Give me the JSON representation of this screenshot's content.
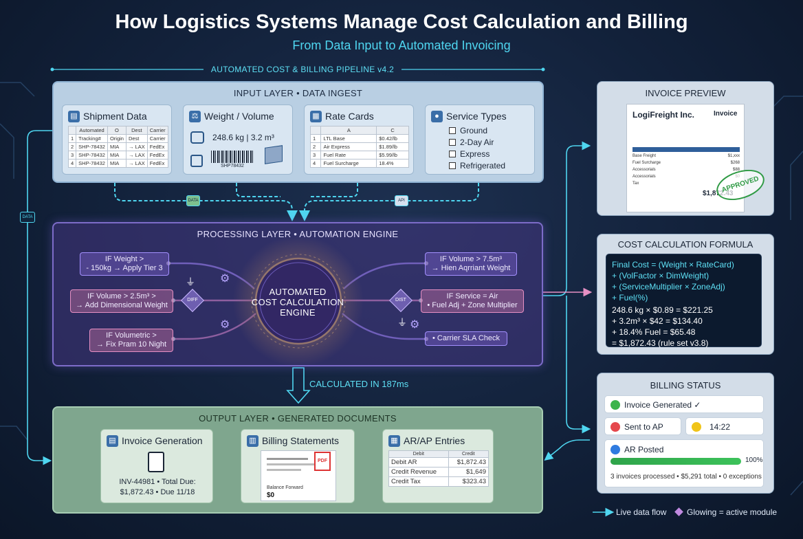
{
  "header": {
    "title": "How Logistics Systems Manage Cost Calculation and Billing",
    "subtitle": "From Data Input to Automated Invoicing",
    "pipeline": "AUTOMATED COST & BILLING PIPELINE v4.2"
  },
  "input_layer": {
    "heading": "INPUT LAYER • DATA INGEST",
    "shipment": {
      "title": "Shipment Data",
      "headers": [
        "Automated",
        "O",
        "Dest",
        "Carrier"
      ],
      "rows": [
        [
          "1",
          "Tracking#",
          "Origin",
          "Dest",
          "Carrier"
        ],
        [
          "2",
          "SHP-78432",
          "MIA",
          "→ LAX",
          "FedEx"
        ],
        [
          "3",
          "SHP-78432",
          "MIA",
          "→ LAX",
          "FedEx"
        ],
        [
          "4",
          "SHP-78432",
          "MIA",
          "→ LAX",
          "FedEx"
        ]
      ]
    },
    "weight": {
      "title": "Weight / Volume",
      "value": "248.6 kg | 3.2 m³",
      "barcode_text": "SHP78432"
    },
    "rates": {
      "title": "Rate Cards",
      "headers": [
        "",
        "A",
        "C"
      ],
      "rows": [
        [
          "1",
          "LTL Base",
          "$0.42/lb"
        ],
        [
          "2",
          "Air Express",
          "$1.89/lb"
        ],
        [
          "3",
          "Fuel Rate",
          "$5.99/lb"
        ],
        [
          "4",
          "Fuel Surcharge",
          "18.4%"
        ]
      ]
    },
    "services": {
      "title": "Service Types",
      "items": [
        "Ground",
        "2-Day Air",
        "Express",
        "Refrigerated"
      ]
    },
    "connector_left": "DATA",
    "connector_right": "API",
    "side_badge": "DATA"
  },
  "processing_layer": {
    "heading": "PROCESSING LAYER • AUTOMATION ENGINE",
    "engine": [
      "AUTOMATED",
      "COST CALCULATION",
      "ENGINE"
    ],
    "rules_left": [
      [
        "IF Weight >",
        "- 150kg → Apply Tier 3"
      ],
      [
        "IF Volume > 2.5m³ >",
        "→ Add Dimensional Weight"
      ],
      [
        "IF Volumetric >",
        "→ Fix Pram 10 Night"
      ]
    ],
    "rules_right": [
      [
        "IF Volume > 7.5m³",
        "→ Hien Aqrriant Weight"
      ],
      [
        "IF Service = Air",
        "• Fuel Adj + Zone Multiplier"
      ],
      [
        "• Carrier SLA Check"
      ]
    ],
    "diamond_left": "DIFF",
    "diamond_right": "DIST",
    "calculated": "CALCULATED IN 187ms"
  },
  "output_layer": {
    "heading": "OUTPUT LAYER • GENERATED DOCUMENTS",
    "invoice": {
      "title": "Invoice Generation",
      "line1": "INV-44981 • Total Due:",
      "line2": "$1,872.43 • Due 11/18"
    },
    "billing": {
      "title": "Billing Statements",
      "doc_label": "Balance Forward",
      "doc_value": "$0",
      "pdf": "PDF"
    },
    "arap": {
      "title": "AR/AP Entries",
      "headers": [
        "Debit",
        "Credit"
      ],
      "rows": [
        [
          "Debit AR",
          "$1,872.43"
        ],
        [
          "Credit Revenue",
          "$1,649"
        ],
        [
          "Credit Tax",
          "$323.43"
        ]
      ]
    }
  },
  "invoice_preview": {
    "heading": "INVOICE PREVIEW",
    "company": "LogiFreight Inc.",
    "doc_title": "Invoice",
    "rows": [
      [
        "Base Freight",
        "$1,xxx"
      ],
      [
        "Fuel Surcharge",
        "$268"
      ],
      [
        "Accessorials",
        "$88"
      ],
      [
        "Accessorials",
        "$0"
      ],
      [
        "Tax",
        ""
      ]
    ],
    "total": "$1,872.43",
    "stamp": "APPROVED"
  },
  "formula": {
    "heading": "COST CALCULATION FORMULA",
    "lines_top": [
      "Final Cost = (Weight × RateCard)",
      "+ (VolFactor × DimWeight)",
      "+ (ServiceMultiplier × ZoneAdj)",
      "+ Fuel(%)"
    ],
    "lines_bottom": [
      "248.6 kg × $0.89 = $221.25",
      "+ 3.2m³ × $42 = $134.40",
      "+ 18.4% Fuel = $65.48",
      "= $1,872.43 (rule set v3.8)"
    ]
  },
  "billing_status": {
    "heading": "BILLING STATUS",
    "invoice_generated": "Invoice Generated ✓",
    "sent": "Sent to AP",
    "time": "14:22",
    "ar_posted": "AR Posted",
    "progress": 1.0,
    "progress_label": "100%",
    "summary": "3 invoices processed • $5,291 total • 0 exceptions"
  },
  "legend": {
    "flow": "Live data flow",
    "glow": "Glowing = active module"
  },
  "colors": {
    "cyan": "#4fd6f0",
    "pink": "#e790c4",
    "purple": "#a490ff",
    "green": "#3cb44b",
    "red": "#e5484d",
    "yellow": "#f0c419",
    "blue": "#2f7be0"
  }
}
